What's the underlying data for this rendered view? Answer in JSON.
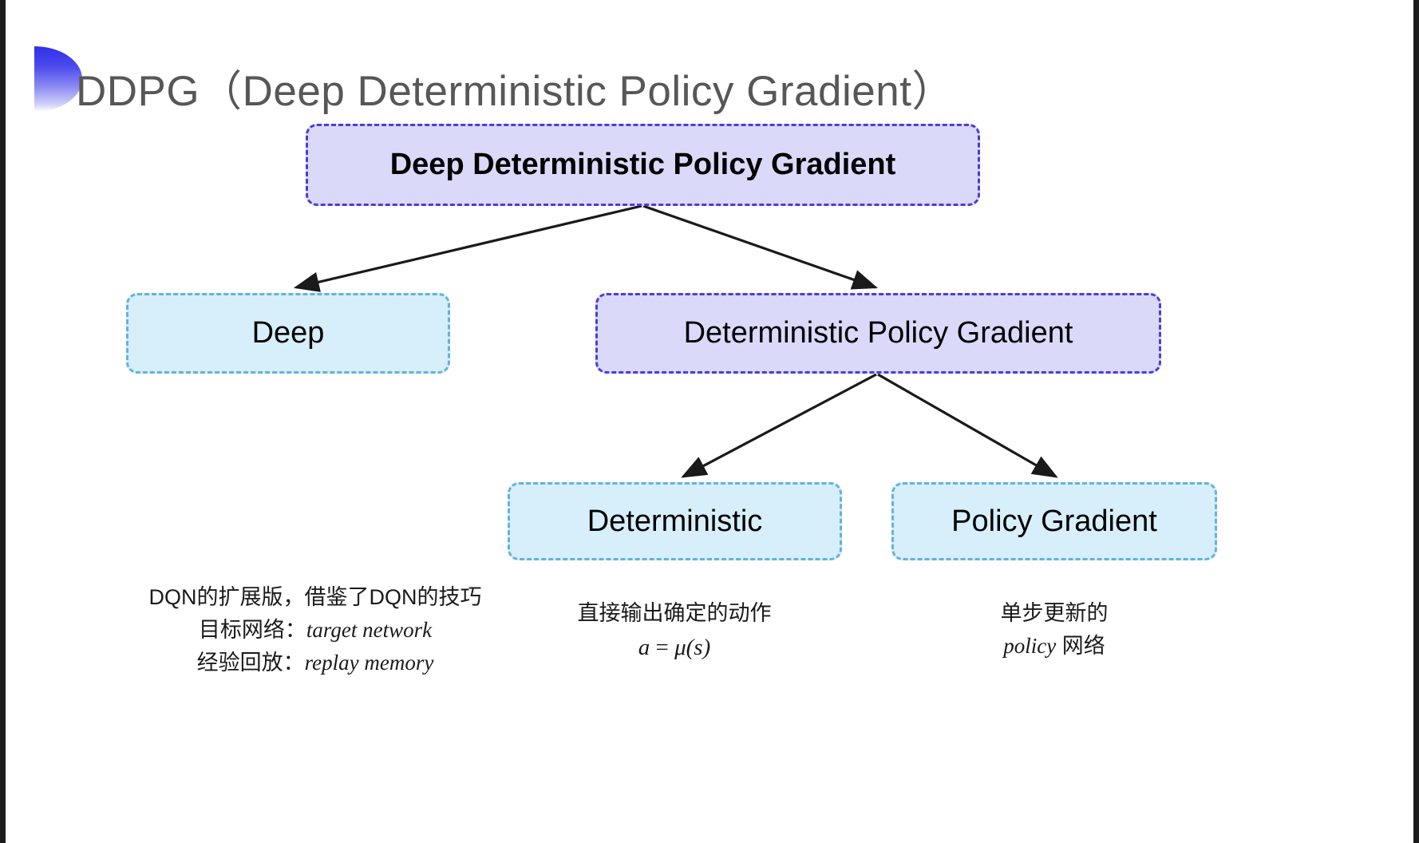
{
  "slide": {
    "title": "DDPG（Deep Deterministic Policy Gradient）",
    "background_color": "#ffffff"
  },
  "colors": {
    "purple_fill": "#dbd9fa",
    "purple_border": "#4a3fd4",
    "blue_fill": "#d6effa",
    "blue_border": "#64b2dd",
    "title_text": "#575757",
    "connector": "#1a1a1a",
    "body_text": "#1a1a1a"
  },
  "diagram": {
    "type": "tree",
    "nodes": [
      {
        "id": "root",
        "label": "Deep Deterministic Policy Gradient",
        "style": "purple",
        "level": 0
      },
      {
        "id": "deep",
        "label": "Deep",
        "style": "blue",
        "level": 1
      },
      {
        "id": "dpg",
        "label": "Deterministic Policy Gradient",
        "style": "purple",
        "level": 1
      },
      {
        "id": "deterministic",
        "label": "Deterministic",
        "style": "blue",
        "level": 2
      },
      {
        "id": "policy_gradient",
        "label": "Policy Gradient",
        "style": "blue",
        "level": 2
      }
    ],
    "edges": [
      {
        "from": "root",
        "to": "deep"
      },
      {
        "from": "root",
        "to": "dpg"
      },
      {
        "from": "dpg",
        "to": "deterministic"
      },
      {
        "from": "dpg",
        "to": "policy_gradient"
      }
    ]
  },
  "captions": {
    "deep": {
      "line1": "DQN的扩展版，借鉴了DQN的技巧",
      "line2_label": "目标网络：",
      "line2_term": "target network",
      "line3_label": "经验回放：",
      "line3_term": "replay memory"
    },
    "deterministic": {
      "line1": "直接输出确定的动作",
      "formula_lhs": "a",
      "formula_op": " = ",
      "formula_rhs": "μ(s)"
    },
    "policy_gradient": {
      "line1": "单步更新的",
      "line2_term": "policy",
      "line2_suffix": " 网络"
    }
  }
}
